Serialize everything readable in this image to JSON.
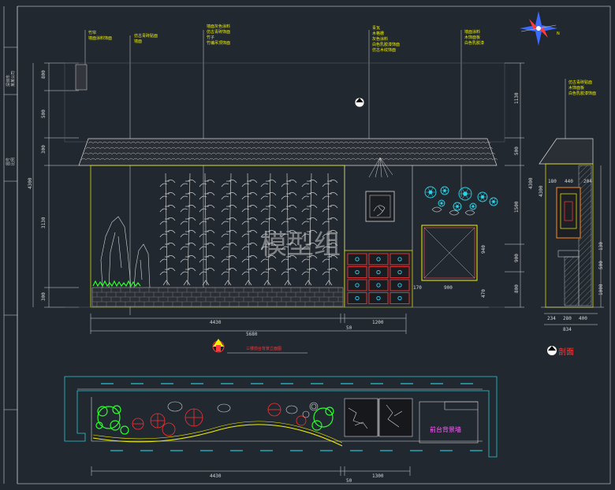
{
  "watermark": "模型组",
  "section_label": "剖面",
  "plan_label": "前台背景墙",
  "elevation_title": "三楼前台背景立面图",
  "compass_label": "N",
  "notes": {
    "group1": [
      "竹帘",
      "墙面涂料饰面"
    ],
    "group2": [
      "仿古青砖贴面",
      "墙面"
    ],
    "group3": [
      "墙面灰色涂料",
      "仿古青砖饰面",
      "竹子",
      "竹编吊顶饰面"
    ],
    "group4": [
      "青瓦",
      "木格栅",
      "灰色涂料",
      "白色乳胶漆饰面",
      "仿古木纹饰面"
    ],
    "group5": [
      "墙面涂料",
      "木饰面板",
      "白色乳胶漆"
    ],
    "group6": [
      "仿古青砖贴面",
      "木饰面板",
      "白色乳胶漆饰面"
    ]
  },
  "left_dims": [
    "800",
    "500",
    "300",
    "4300",
    "3130",
    "300"
  ],
  "right_dims": [
    "1130",
    "500",
    "1500",
    "4300",
    "900",
    "800",
    "130"
  ],
  "bottom_dims": {
    "a": "4430",
    "b": "50",
    "c": "1200",
    "total": "5680"
  },
  "cabinet_dims": [
    "940",
    "470",
    "170",
    "900"
  ],
  "section_dims": {
    "top": [
      "180",
      "440",
      "204"
    ],
    "bottom": [
      "234",
      "280",
      "400"
    ],
    "total": "834",
    "left": "4300",
    "right": [
      "130",
      "500",
      "1000"
    ]
  },
  "plan_dims": {
    "a": "4430",
    "b": "50",
    "c": "1300"
  },
  "sidebar_text": [
    "深圳市",
    "某某公司",
    "图号",
    "比例"
  ]
}
